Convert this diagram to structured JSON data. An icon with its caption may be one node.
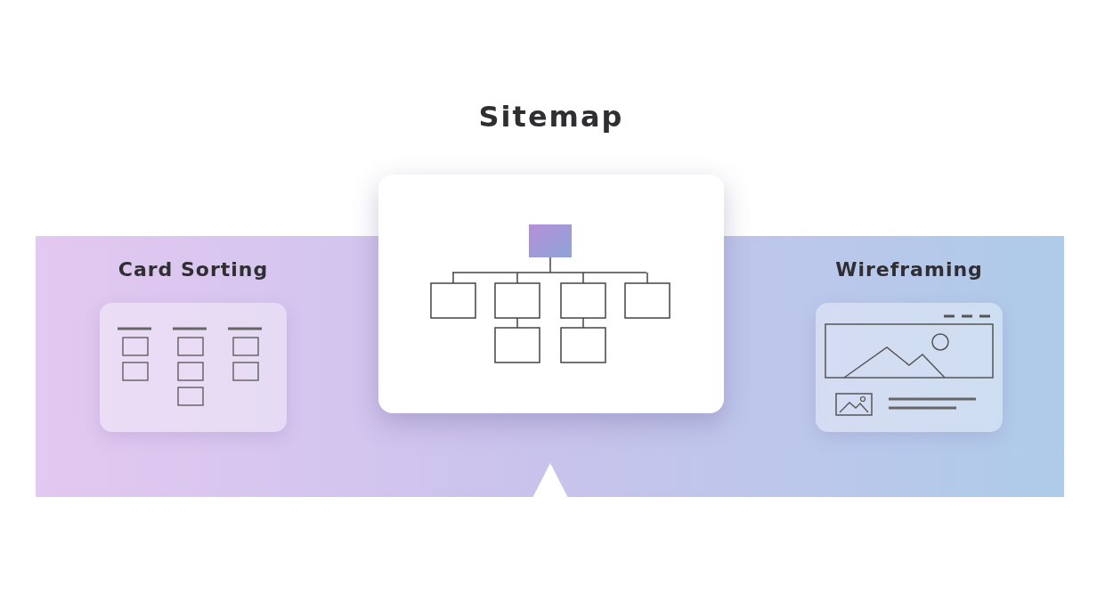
{
  "diagram": {
    "nodes": [
      {
        "text": [
          "Card Sorting"
        ]
      },
      {
        "text": [
          "Sitemap"
        ]
      },
      {
        "text": [
          "Wireframing"
        ]
      }
    ]
  }
}
